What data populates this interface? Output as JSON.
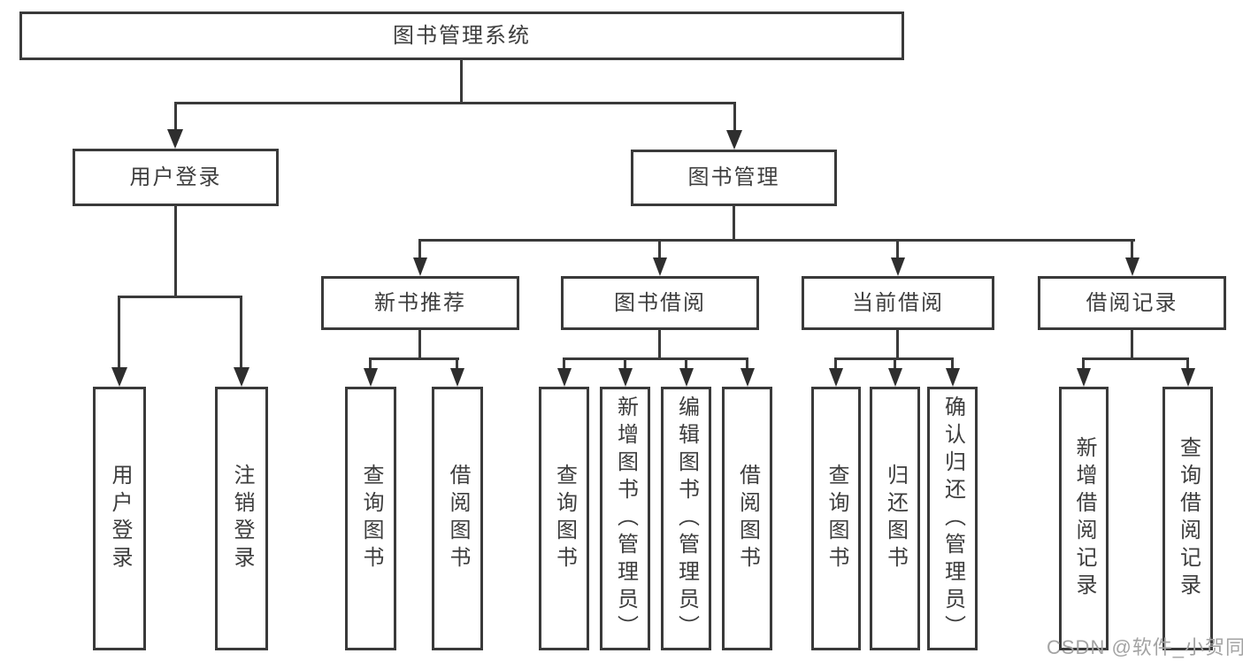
{
  "tree": {
    "root": {
      "label": "图书管理系统"
    },
    "children": [
      {
        "label": "用户登录",
        "children": [
          {
            "label": "用户登录"
          },
          {
            "label": "注销登录"
          }
        ]
      },
      {
        "label": "图书管理",
        "children": [
          {
            "label": "新书推荐",
            "children": [
              {
                "label": "查询图书"
              },
              {
                "label": "借阅图书"
              }
            ]
          },
          {
            "label": "图书借阅",
            "children": [
              {
                "label": "查询图书"
              },
              {
                "label": "新增图书（管理员）"
              },
              {
                "label": "编辑图书（管理员）"
              },
              {
                "label": "借阅图书"
              }
            ]
          },
          {
            "label": "当前借阅",
            "children": [
              {
                "label": "查询图书"
              },
              {
                "label": "归还图书"
              },
              {
                "label": "确认归还（管理员）"
              }
            ]
          },
          {
            "label": "借阅记录",
            "children": [
              {
                "label": "新增借阅记录"
              },
              {
                "label": "查询借阅记录"
              }
            ]
          }
        ]
      }
    ]
  },
  "watermark": {
    "text": "CSDN @软件_小贺同学"
  },
  "colors": {
    "line": "#3a3a3a",
    "box_border": "#3a3a3a",
    "text": "#3d3d3d",
    "background": "#ffffff",
    "watermark": "#a3a3a3"
  }
}
